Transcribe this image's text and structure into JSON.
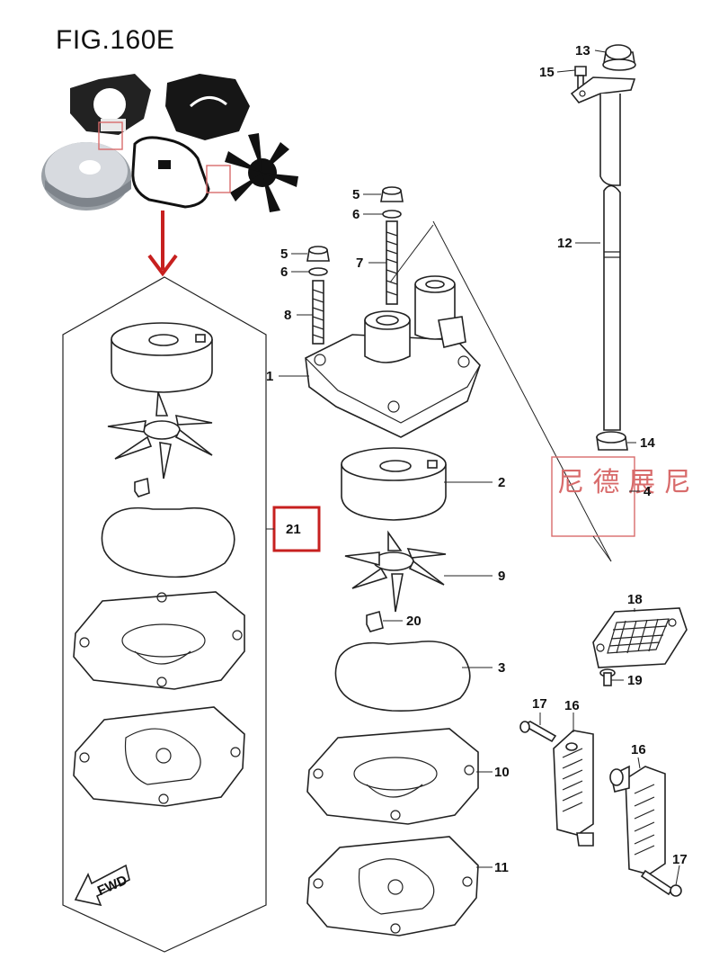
{
  "figure_title": "FIG.160E",
  "fwd_label": "FWD",
  "stamp_text": "尼 德 展 尼",
  "labels": {
    "p1": "1",
    "p2": "2",
    "p3": "3",
    "p4": "4",
    "p5a": "5",
    "p5b": "5",
    "p6a": "6",
    "p6b": "6",
    "p7": "7",
    "p8": "8",
    "p9": "9",
    "p10": "10",
    "p11": "11",
    "p12": "12",
    "p13": "13",
    "p14": "14",
    "p15": "15",
    "p16a": "16",
    "p16b": "16",
    "p17a": "17",
    "p17b": "17",
    "p18": "18",
    "p19": "19",
    "p20": "20",
    "p21": "21"
  },
  "colors": {
    "arrow": "#c7201f",
    "highlight": "#c7201f",
    "stamp": "#d86b6b"
  }
}
